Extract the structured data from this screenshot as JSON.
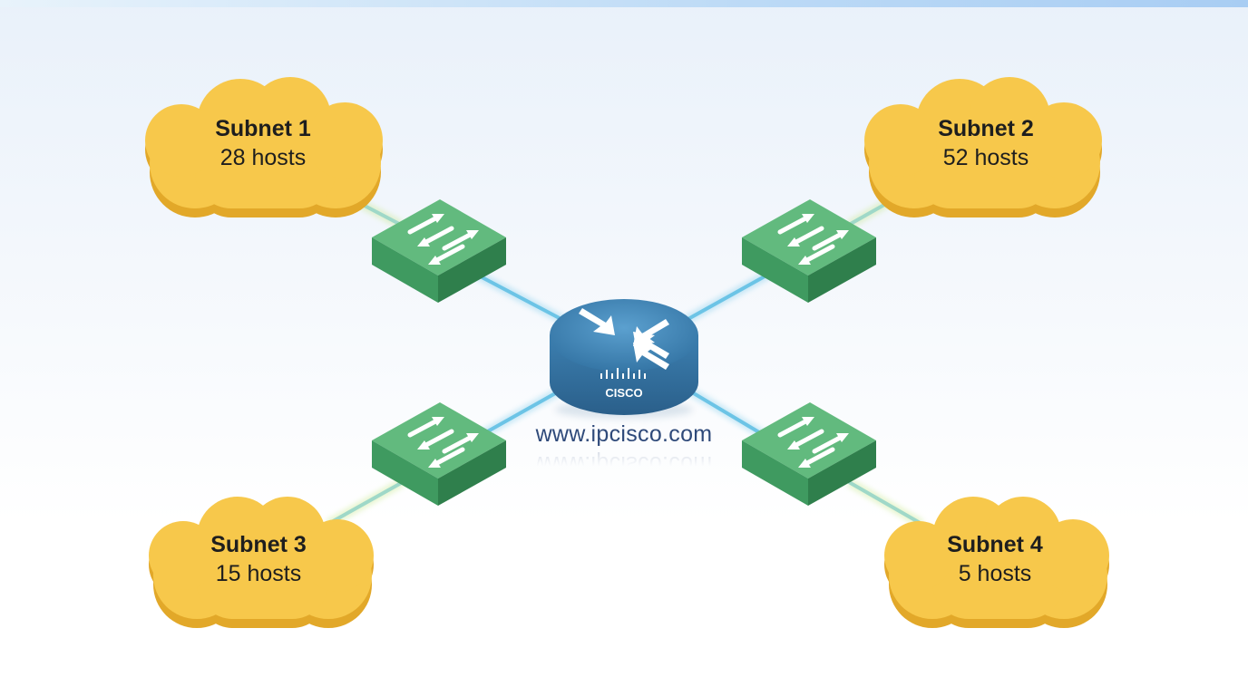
{
  "colors": {
    "cloud": "#f5c64a",
    "cloud_shadow": "#e4a929",
    "switch_top": "#5bb57a",
    "switch_side": "#3f9460",
    "router": "#3f83b5",
    "link": "#6fc6e8"
  },
  "router": {
    "icon": "router-icon",
    "brand": "CISCO"
  },
  "switch_icon": "switch-icon",
  "watermark": "www.ipcisco.com",
  "subnets": [
    {
      "title": "Subnet 1",
      "hosts": "28 hosts"
    },
    {
      "title": "Subnet 2",
      "hosts": "52 hosts"
    },
    {
      "title": "Subnet 3",
      "hosts": "15 hosts"
    },
    {
      "title": "Subnet 4",
      "hosts": "5 hosts"
    }
  ]
}
